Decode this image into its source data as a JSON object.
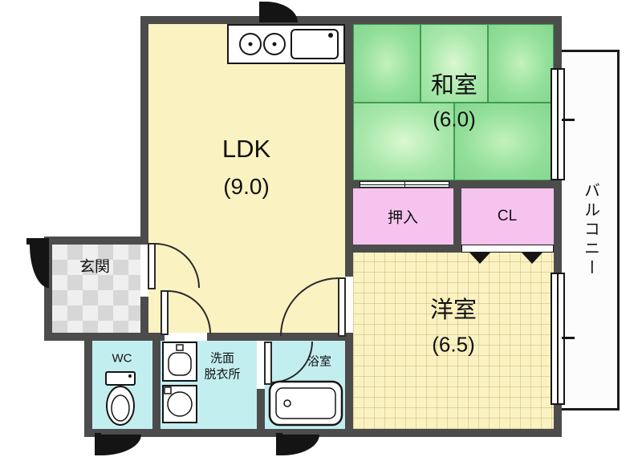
{
  "plan": {
    "rooms": {
      "ldk": {
        "name": "LDK",
        "area": "(9.0)"
      },
      "japanese_room": {
        "name": "和室",
        "area": "(6.0)"
      },
      "western_room": {
        "name": "洋室",
        "area": "(6.5)"
      },
      "oshiire_closet": {
        "name": "押入"
      },
      "cl_closet": {
        "name": "CL"
      },
      "balcony": {
        "name": "バルコニー"
      },
      "entrance": {
        "name": "玄関"
      },
      "wc": {
        "name": "WC"
      },
      "washroom": {
        "line1": "洗面",
        "line2": "脱衣所"
      },
      "bathroom": {
        "name": "浴室"
      }
    },
    "colors": {
      "wall": "#4c4c4c",
      "ldk_floor": "#fbf2c2",
      "tatami": "#9ce3a0",
      "tatami_line": "#3f9e4f",
      "closet_pink": "#f6c3ee",
      "wet_area": "#c3eef0",
      "entrance_tile_dark": "#d7d7d7",
      "entrance_tile_light": "#efefef",
      "balcony_floor": "#fcfcfc",
      "outline": "#161616"
    },
    "icons": {
      "kitchen_stove": "stove-icon",
      "kitchen_sink": "sink-icon",
      "toilet": "toilet-icon",
      "washbasin": "washbasin-icon",
      "washing_machine_pan": "washing-machine-pan-icon",
      "bathtub": "bathtub-icon",
      "door_swing": "door-swing-icon",
      "sliding_door": "sliding-door-icon",
      "window": "window-icon"
    }
  }
}
